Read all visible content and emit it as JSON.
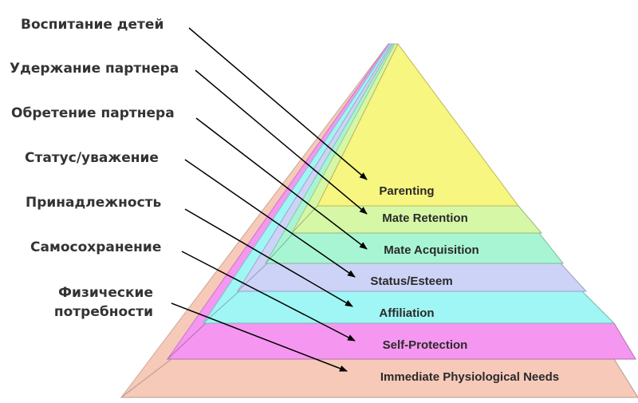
{
  "pyramid": {
    "levels": [
      {
        "label": "Immediate Physiological Needs",
        "color": "#f6c9b8"
      },
      {
        "label": "Self-Protection",
        "color": "#f597f0"
      },
      {
        "label": "Affiliation",
        "color": "#9ff6f4"
      },
      {
        "label": "Status/Esteem",
        "color": "#cdd3f6"
      },
      {
        "label": "Mate Acquisition",
        "color": "#a8f5d4"
      },
      {
        "label": "Mate Retention",
        "color": "#d6f7a6"
      },
      {
        "label": "Parenting",
        "color": "#f6f680"
      }
    ]
  },
  "translations": [
    "Воспитание детей",
    "Удержание партнера",
    "Обретение партнера",
    "Статус/уважение",
    "Принадлежность",
    "Самосохранение",
    "Физические потребности"
  ]
}
